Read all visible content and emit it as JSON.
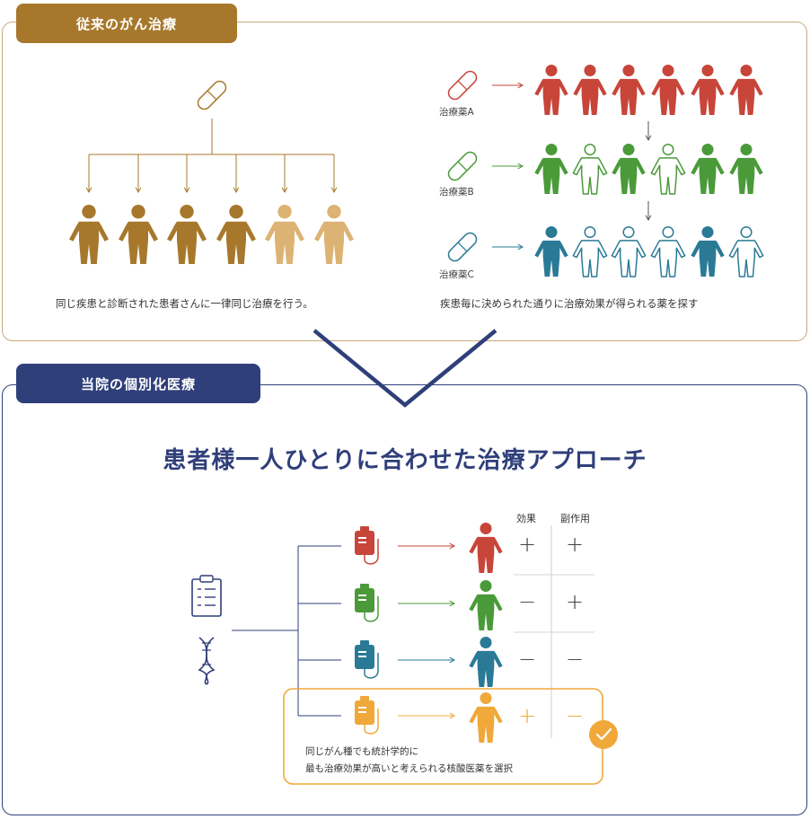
{
  "conventional": {
    "tab_title": "従来のがん治療",
    "left_caption": "同じ疾患と診断された患者さんに一律同じ治療を行う。",
    "right_caption": "疾患毎に決められた通りに治療効果が得られる薬を探す",
    "drugs": [
      {
        "label": "治療薬A",
        "color": "#c8453a"
      },
      {
        "label": "治療薬B",
        "color": "#4a9a3a"
      },
      {
        "label": "治療薬C",
        "color": "#2a7a96"
      }
    ]
  },
  "personalized": {
    "tab_title": "当院の個別化医療",
    "headline": "患者様一人ひとりに合わせた治療アプローチ",
    "col_effect": "効果",
    "col_side_effect": "副作用",
    "rows": [
      {
        "color": "#c8453a",
        "effect": "+",
        "side_effect": "+"
      },
      {
        "color": "#4a9a3a",
        "effect": "−",
        "side_effect": "+"
      },
      {
        "color": "#2a7a96",
        "effect": "−",
        "side_effect": "−"
      },
      {
        "color": "#f0a83a",
        "effect": "+",
        "side_effect": "−"
      }
    ],
    "note_line1": "同じがん種でも統計学的に",
    "note_line2": "最も治療効果が高いと考えられる核酸医薬を選択"
  },
  "colors": {
    "gold": "#a7782c",
    "gold_light": "#ddb374",
    "navy": "#2f3f7a",
    "orange": "#f0a83a"
  }
}
